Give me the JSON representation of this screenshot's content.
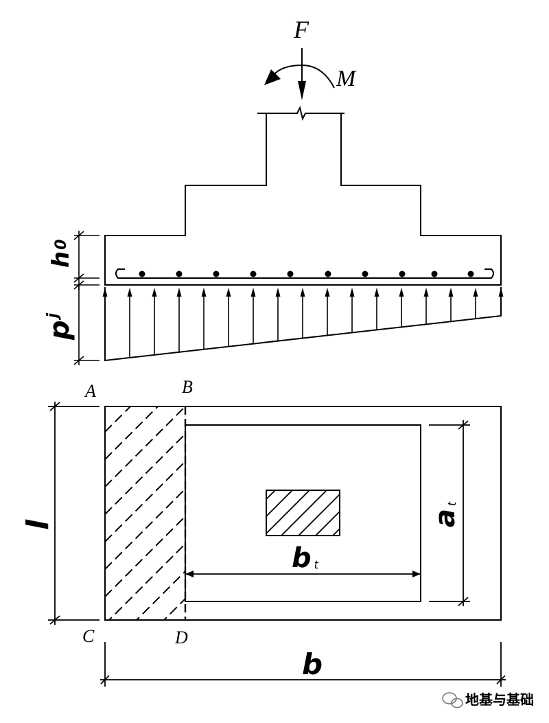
{
  "elevation": {
    "load_label": "F",
    "moment_label": "M",
    "depth_label": "h",
    "depth_subscript": "0",
    "pressure_label": "p",
    "pressure_subscript": "j"
  },
  "plan": {
    "corner_a": "A",
    "corner_b": "B",
    "corner_c": "C",
    "corner_d": "D",
    "length_label": "l",
    "width_label": "b",
    "inner_width_label": "b",
    "inner_width_subscript": "t",
    "inner_length_label": "a",
    "inner_length_subscript": "t"
  },
  "watermark": {
    "text": "地基与基础"
  }
}
